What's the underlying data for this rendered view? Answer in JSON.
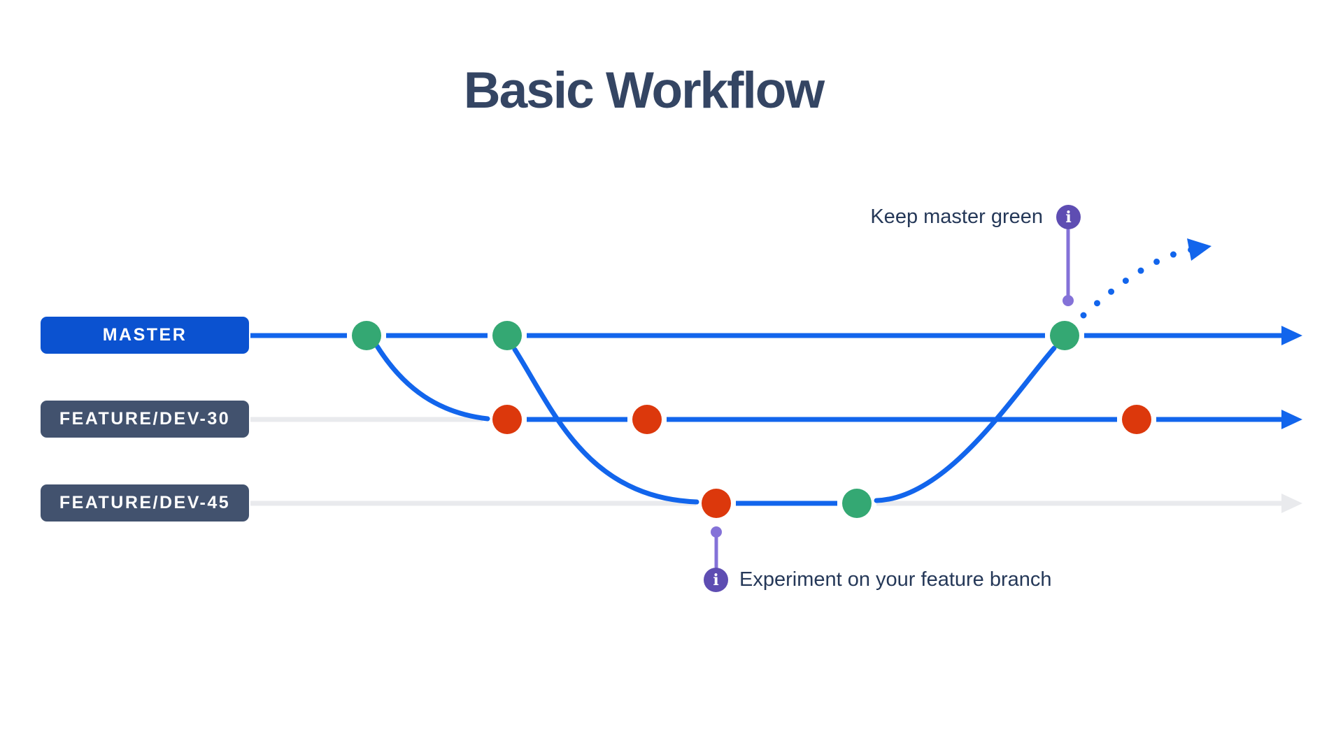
{
  "title": "Basic Workflow",
  "branches": [
    {
      "id": "master",
      "label": "MASTER"
    },
    {
      "id": "feature-dev-30",
      "label": "FEATURE/DEV-30"
    },
    {
      "id": "feature-dev-45",
      "label": "FEATURE/DEV-45"
    }
  ],
  "commits": {
    "master": [
      "green",
      "green",
      "green"
    ],
    "feature-dev-30": [
      "red",
      "red",
      "red"
    ],
    "feature-dev-45": [
      "red",
      "green"
    ]
  },
  "annotations": [
    {
      "id": "keep",
      "text": "Keep master green",
      "icon": "info-icon"
    },
    {
      "id": "experiment",
      "text": "Experiment on your feature branch",
      "icon": "info-icon"
    }
  ],
  "icons": {
    "info_glyph": "i"
  },
  "colors": {
    "blue_line": "#1265EC",
    "gray_line": "#E9EAED",
    "green": "#34A873",
    "red": "#DC380C",
    "purple_icon": "#5E4DB2",
    "purple_stem": "#8472D8",
    "navy_text": "#344563",
    "master_label_bg": "#0B52D0",
    "feature_label_bg": "#42526E",
    "page_bg": "#FFFFFF"
  }
}
